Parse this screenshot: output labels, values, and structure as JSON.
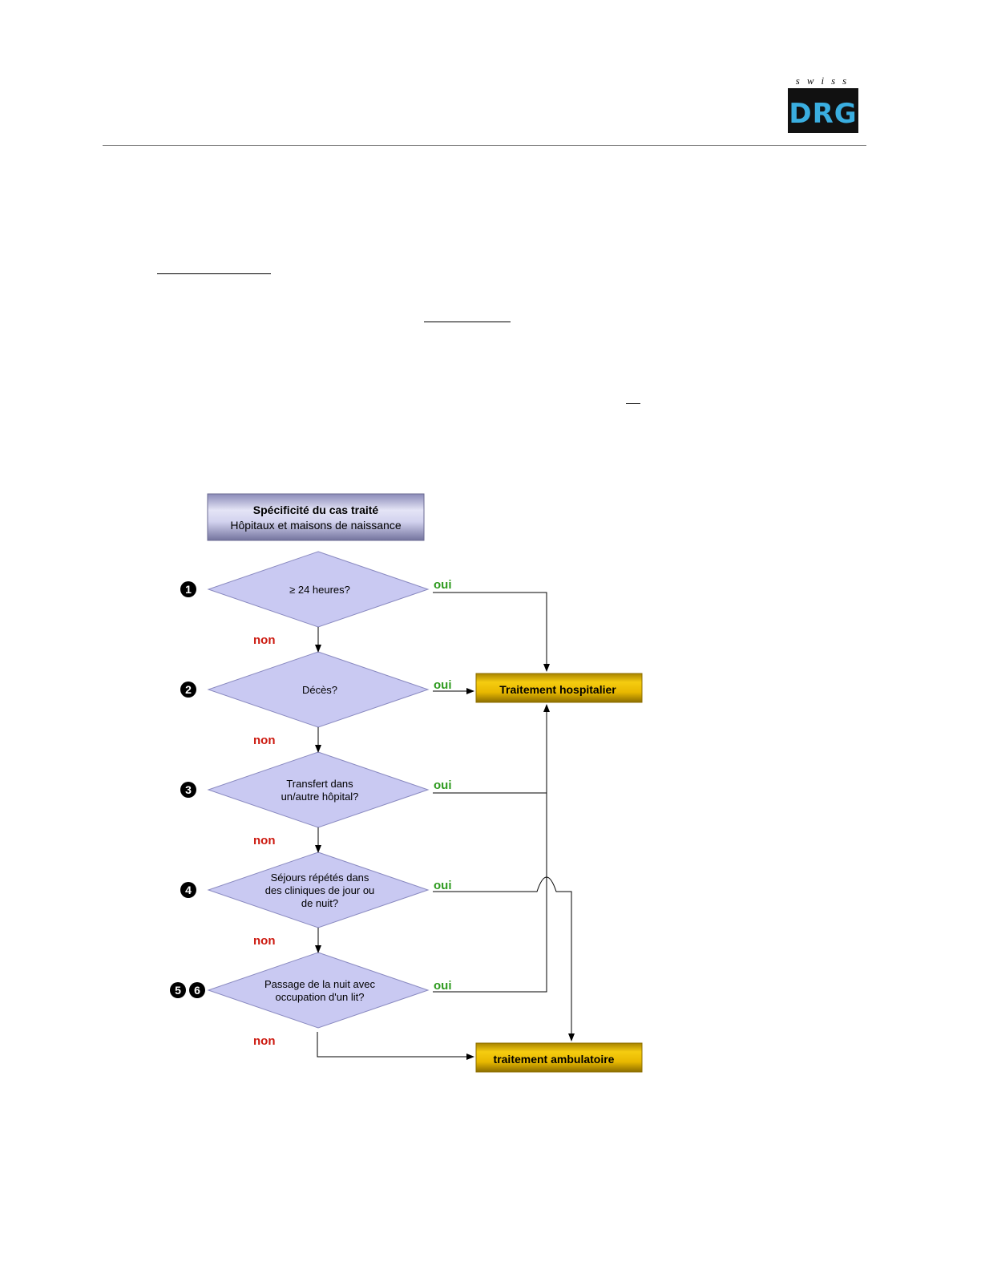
{
  "logo": {
    "top": "swiss",
    "bottom": "DRG",
    "accent": "#3aaee0"
  },
  "flow": {
    "header": {
      "title": "Spécificité du cas traité",
      "subtitle": "Hôpitaux et maisons de naissance"
    },
    "questions": [
      {
        "num": "1",
        "lines": [
          "≥ 24 heures?"
        ]
      },
      {
        "num": "2",
        "lines": [
          "Décès?"
        ]
      },
      {
        "num": "3",
        "lines": [
          "Transfert dans",
          "un/autre hôpital?"
        ]
      },
      {
        "num": "4",
        "lines": [
          "Séjours répétés dans",
          "des cliniques de jour ou",
          "de nuit?"
        ]
      },
      {
        "num": "5 6",
        "nums": [
          "5",
          "6"
        ],
        "lines": [
          "Passage de la nuit avec",
          "occupation d'un lit?"
        ]
      }
    ],
    "yes_label": "oui",
    "no_label": "non",
    "outcomes": {
      "inpatient": "Traitement hospitalier",
      "outpatient": "traitement ambulatoire"
    },
    "colors": {
      "diamond": "#c9c9f2",
      "outcome": "#e8b800",
      "yes": "#2e9a1e",
      "no": "#cc1a10"
    }
  }
}
